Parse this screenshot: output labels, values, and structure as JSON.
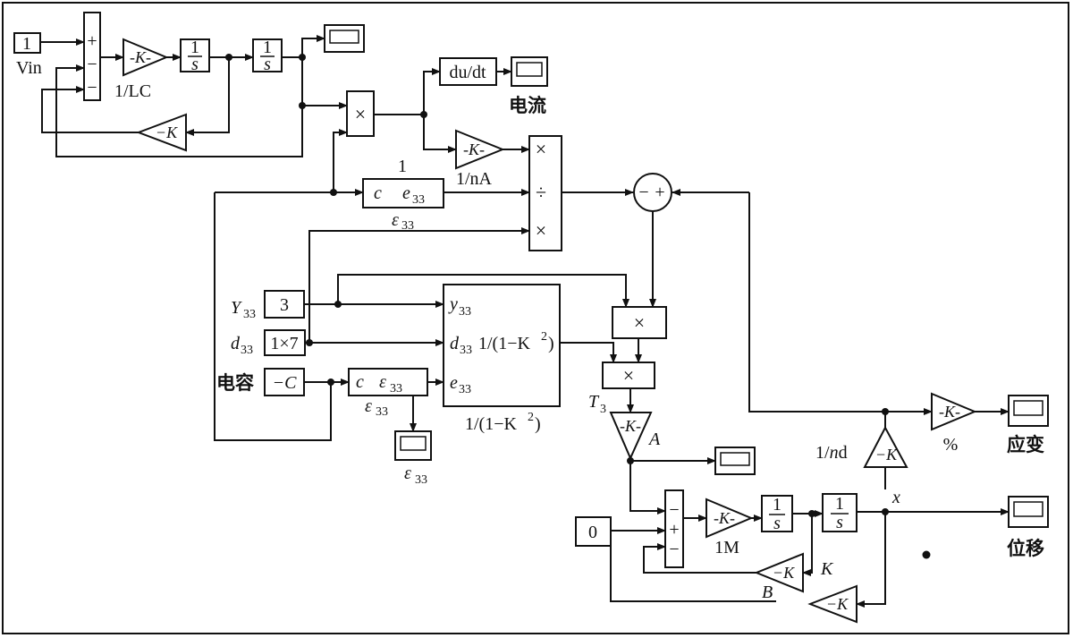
{
  "blocks": {
    "vin_const": "1",
    "vin": "Vin",
    "sum_plus": "+",
    "sum_minus": "−",
    "gain_k": "-K-",
    "gain_neg_k": "−K",
    "one": "1",
    "s": "s",
    "lc": "1/LC",
    "mult": "×",
    "div": "÷",
    "du_dt": "du/dt",
    "current": "电流",
    "one_over_na": "1/nA",
    "c": "c",
    "e33": "e",
    "sub33": "33",
    "eps": "ε",
    "top_one": "1",
    "Y": "Y",
    "three": "3",
    "d": "d",
    "d33_val": "1×7",
    "capacitance": "电容",
    "neg_c": "−C",
    "y_lower": "y",
    "frac": "1/(1−K",
    "sq": "2",
    "close": ")",
    "T": "T",
    "sub3": "3",
    "A": "A",
    "zero": "0",
    "one_m": "1M",
    "K": "K",
    "B": "B",
    "one_over_nd": "1/nd",
    "n_italic": "n",
    "x": "x",
    "percent": "%",
    "strain": "应变",
    "displacement": "位移"
  },
  "colors": {
    "line": "#111111",
    "background": "#ffffff"
  }
}
